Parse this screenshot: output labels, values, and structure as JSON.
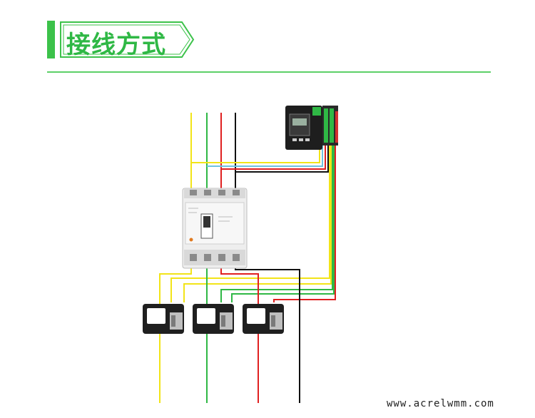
{
  "header": {
    "title": "接线方式"
  },
  "footer": {
    "watermark": "www.acrelwmm.com"
  },
  "colors": {
    "accent": "#3cc24a",
    "phase_a": "#f2e418",
    "phase_b": "#2fb845",
    "phase_c": "#e02020",
    "neutral": "#111111"
  },
  "components": [
    "circuit-breaker",
    "energy-meter",
    "current-transformer",
    "current-transformer",
    "current-transformer"
  ]
}
